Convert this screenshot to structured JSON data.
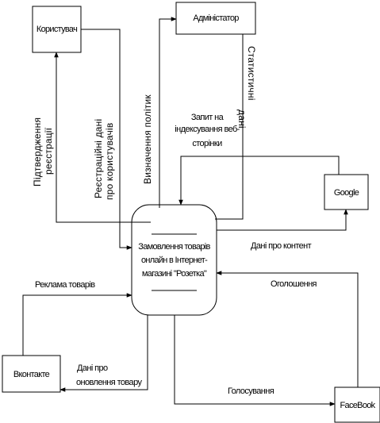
{
  "entities": {
    "user": "Користувач",
    "admin": "Адміністатор",
    "google": "Google",
    "vk": "Вконтакте",
    "facebook": "FaceBook"
  },
  "process": {
    "line1": "Замовлення товарів",
    "line2": "онлайн в Інтернет-",
    "line3": "магазині \"Розетка\""
  },
  "flows": {
    "confirm_line1": "Підтвердження",
    "confirm_line2": "реєстрації",
    "reg_line1": "Реєстраційні дані",
    "reg_line2": "про користувачів",
    "policy": "Визначення політик",
    "stats_line1": "Статистичні",
    "stats_line2": "дані",
    "index_line1": "Запит на",
    "index_line2": "індексування веб-",
    "index_line3": "сторінки",
    "content": "Дані про контент",
    "ads": "Оголошення",
    "advert": "Реклама товарів",
    "update_line1": "Дані про",
    "update_line2": "оновлення товару",
    "vote": "Голосування"
  }
}
